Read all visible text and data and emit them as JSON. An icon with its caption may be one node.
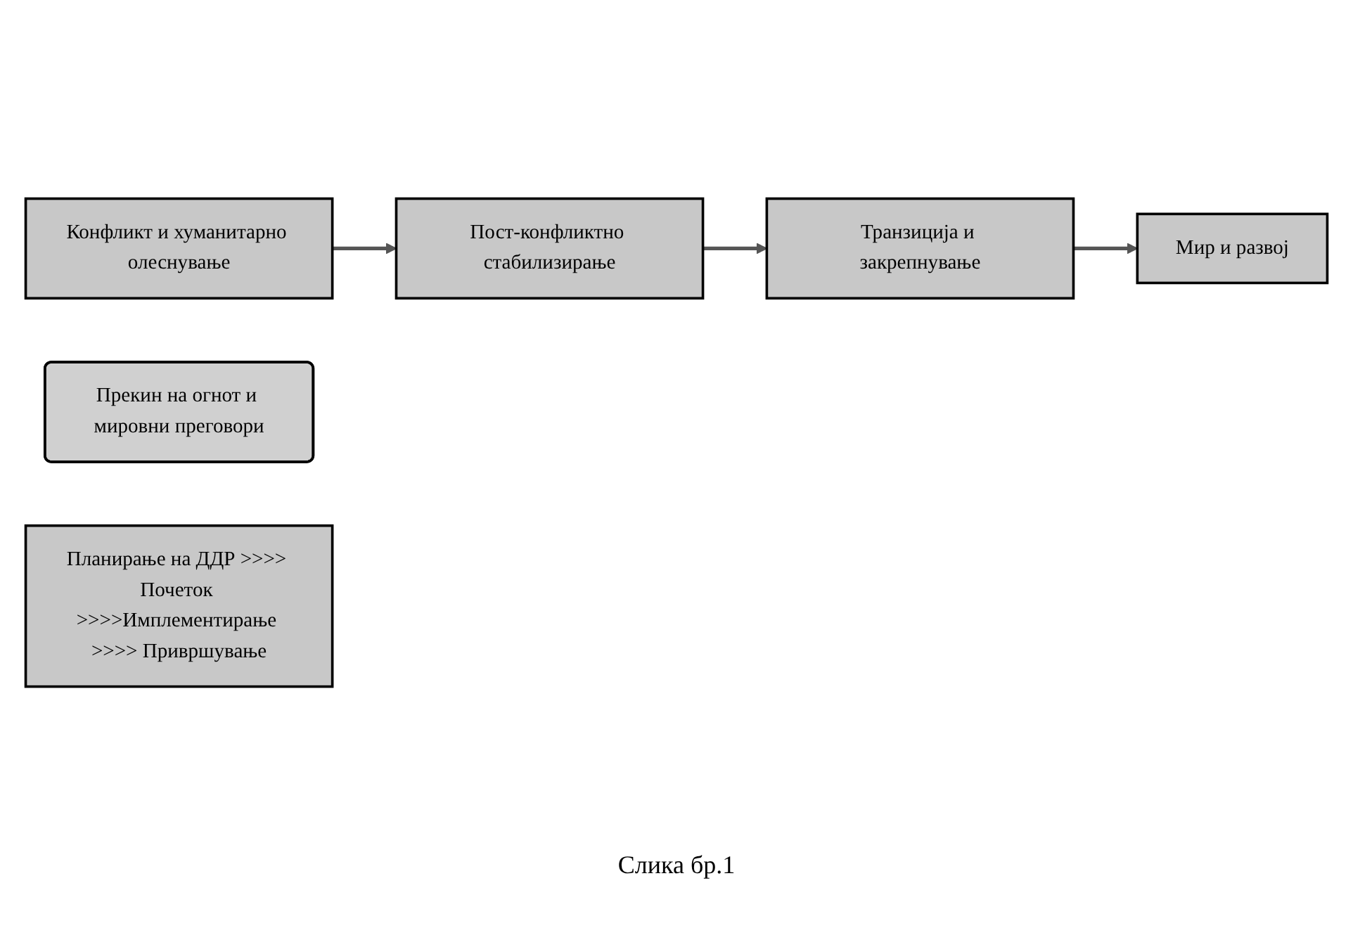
{
  "diagram": {
    "caption": "Слика бр.1",
    "nodes": [
      {
        "text": [
          "Конфликт и хуманитарно олеснување"
        ]
      },
      {
        "text": [
          "Пост-конфликтно стабилизирање"
        ]
      },
      {
        "text": [
          "Транзиција и закрепнување"
        ]
      },
      {
        "text": [
          "Мир и развој"
        ]
      },
      {
        "text": [
          "Прекин на огнот и мировни преговори"
        ]
      },
      {
        "text": [
          "Планирање на ДДР >>>> Почеток >>>>Имплементирање >>>> Привршување"
        ]
      }
    ],
    "edges": [
      {
        "from": 0,
        "to": 1,
        "arrow": "to"
      },
      {
        "from": 1,
        "to": 2,
        "arrow": "to"
      },
      {
        "from": 2,
        "to": 3,
        "arrow": "to"
      }
    ]
  }
}
